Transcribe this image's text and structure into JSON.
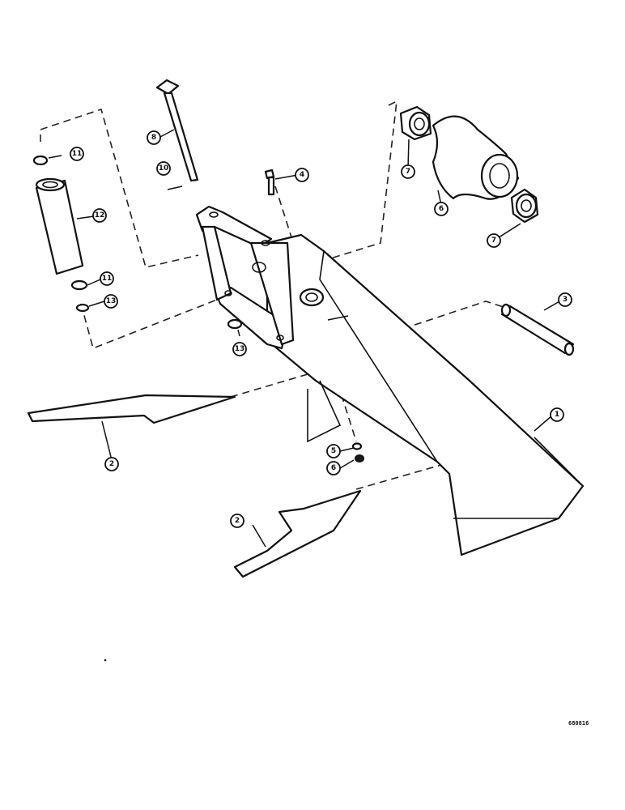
{
  "callouts": [
    {
      "id": "c1",
      "label": "1"
    },
    {
      "id": "c2a",
      "label": "2"
    },
    {
      "id": "c2b",
      "label": "2"
    },
    {
      "id": "c3",
      "label": "3"
    },
    {
      "id": "c4",
      "label": "4"
    },
    {
      "id": "c5",
      "label": "5"
    },
    {
      "id": "c6a",
      "label": "6"
    },
    {
      "id": "c6b",
      "label": "6"
    },
    {
      "id": "c7a",
      "label": "7"
    },
    {
      "id": "c7b",
      "label": "7"
    },
    {
      "id": "c8",
      "label": "8"
    },
    {
      "id": "c10",
      "label": "10"
    },
    {
      "id": "c11a",
      "label": "11"
    },
    {
      "id": "c11b",
      "label": "11"
    },
    {
      "id": "c12",
      "label": "12"
    },
    {
      "id": "c13a",
      "label": "13"
    },
    {
      "id": "c13b",
      "label": "13"
    }
  ],
  "drawing_code": "680816"
}
